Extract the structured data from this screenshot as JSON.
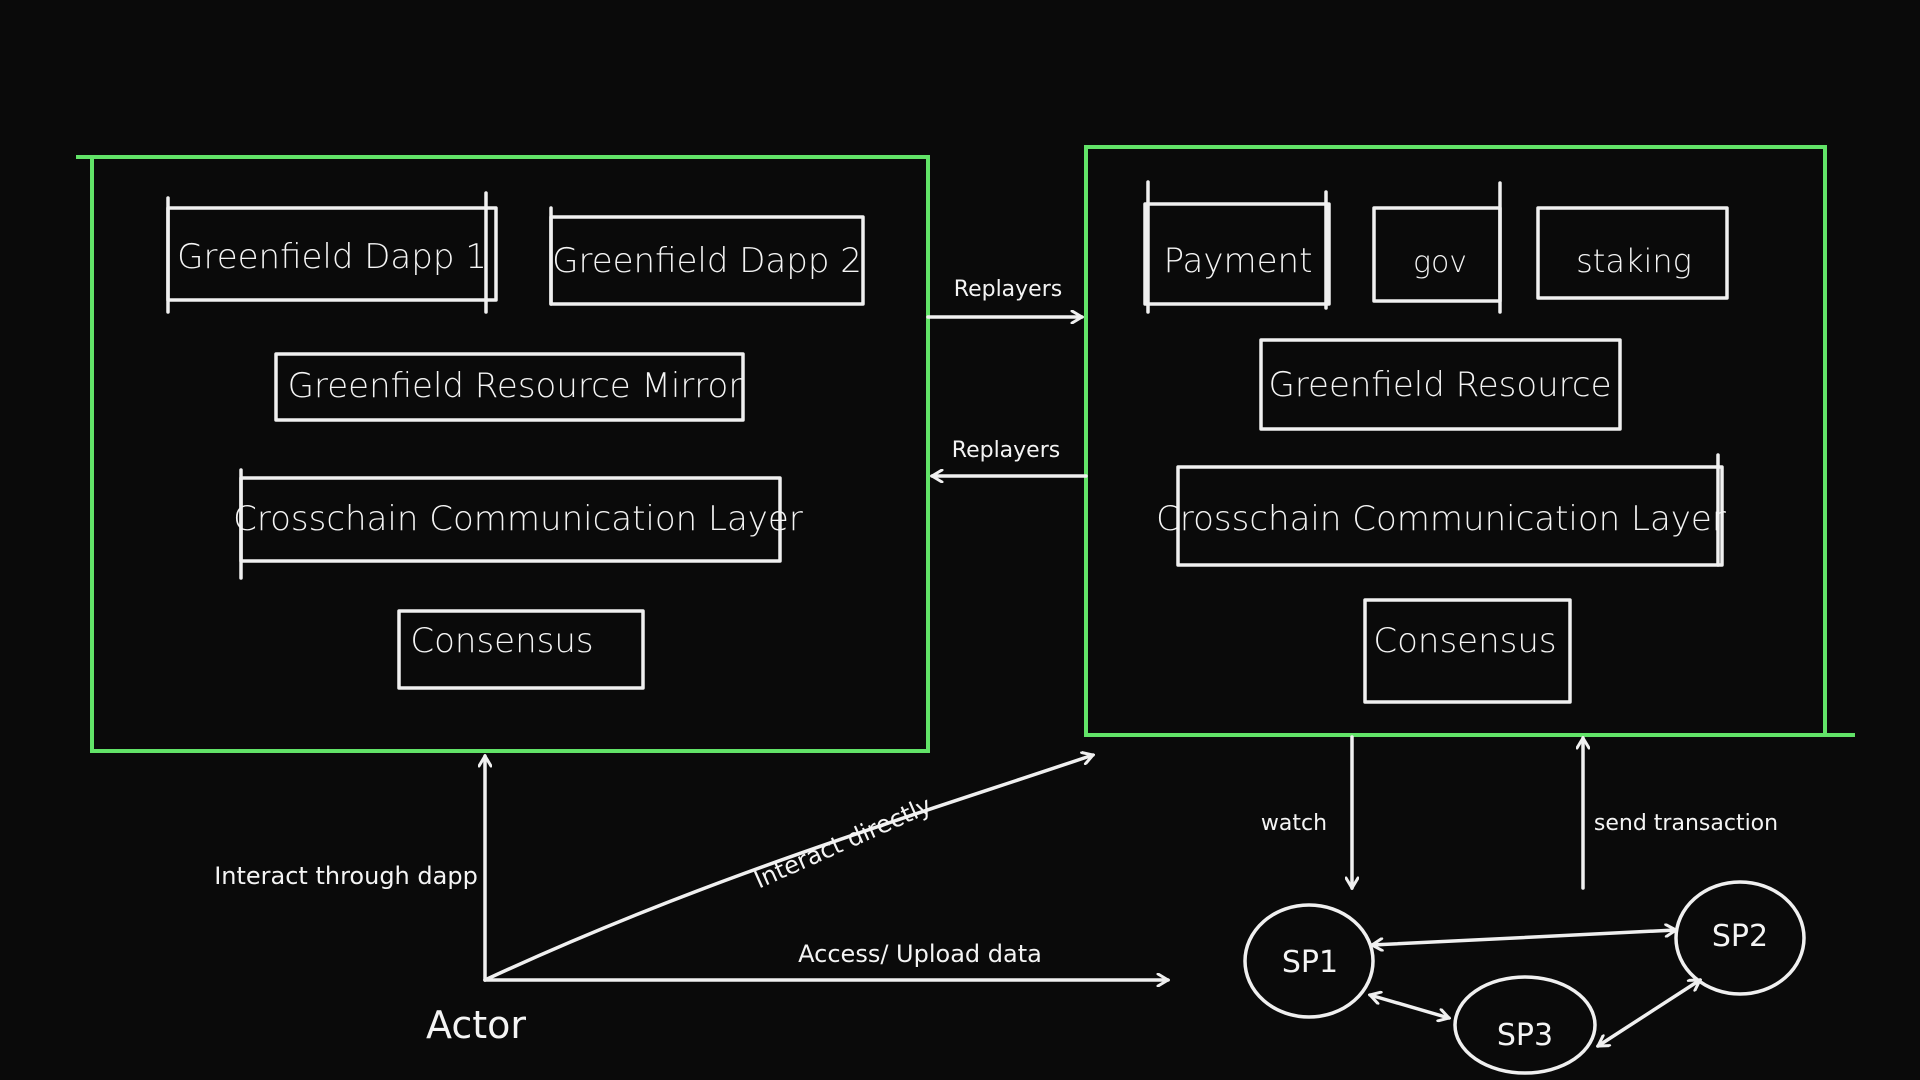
{
  "colors": {
    "background": "#0a0a0a",
    "container": "#62e368",
    "stroke": "#f0f0f0"
  },
  "left_chain": {
    "dapp1": "Greenfield Dapp 1",
    "dapp2": "Greenfield Dapp 2",
    "mirror": "Greenfield Resource Mirror",
    "ccl": "Crosschain Communication Layer",
    "consensus": "Consensus"
  },
  "right_chain": {
    "payment": "Payment",
    "gov": "gov",
    "staking": "staking",
    "resource": "Greenfield Resource",
    "ccl": "Crosschain Communication Layer",
    "consensus": "Consensus"
  },
  "relayers": {
    "to_right": "Replayers",
    "to_left": "Replayers"
  },
  "actor": {
    "label": "Actor",
    "via_dapp": "Interact through dapp",
    "direct": "Interact directly",
    "data": "Access/ Upload data"
  },
  "sp": {
    "watch": "watch",
    "send": "send transaction",
    "nodes": [
      "SP1",
      "SP2",
      "SP3"
    ]
  }
}
